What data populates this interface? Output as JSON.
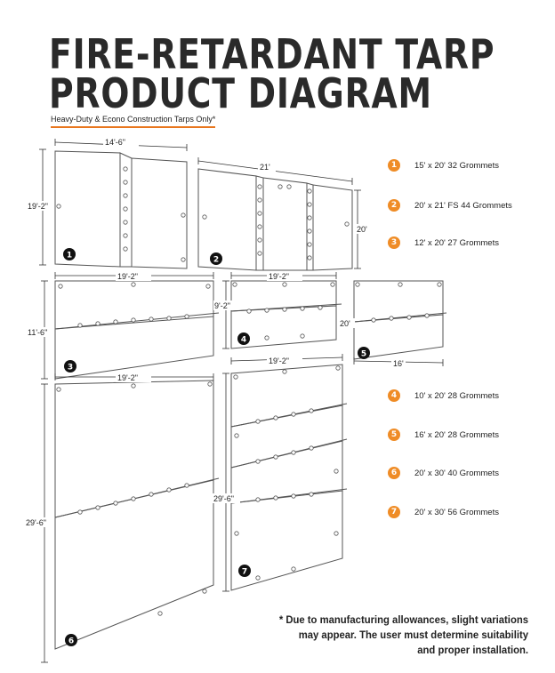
{
  "header": {
    "title_line1": "FIRE-RETARDANT TARP",
    "title_line2": "PRODUCT DIAGRAM",
    "subtitle": "Heavy-Duty & Econo Construction Tarps Only*"
  },
  "legend": [
    {
      "number": "1",
      "text": "15' x 20' 32 Grommets"
    },
    {
      "number": "2",
      "text": "20' x 21' FS 44 Grommets"
    },
    {
      "number": "3",
      "text": "12' x 20' 27 Grommets"
    },
    {
      "number": "4",
      "text": "10' x 20' 28 Grommets"
    },
    {
      "number": "5",
      "text": "16' x 20' 28 Grommets"
    },
    {
      "number": "6",
      "text": "20' x 30' 40 Grommets"
    },
    {
      "number": "7",
      "text": "20' x 30' 56 Grommets"
    }
  ],
  "diagrams": {
    "t1": {
      "number": "1",
      "width_label": "14'-6\"",
      "height_label": "19'-2\""
    },
    "t2": {
      "number": "2",
      "width_label": "21'",
      "height_label": "20'"
    },
    "t3": {
      "number": "3",
      "width_label": "19'-2\"",
      "height_label": "11'-6\""
    },
    "t4": {
      "number": "4",
      "width_label": "19'-2\"",
      "height_label": "9'-2\""
    },
    "t5": {
      "number": "5",
      "width_label": "16'",
      "height_label": "20'"
    },
    "t6": {
      "number": "6",
      "width_label": "19'-2\"",
      "height_label": "29'-6\""
    },
    "t7": {
      "number": "7",
      "width_label": "19'-2\"",
      "height_label": "29'-6\""
    }
  },
  "footnote": {
    "line1": "* Due to manufacturing allowances, slight variations",
    "line2": "may appear. The user must determine suitability",
    "line3": "and proper installation."
  },
  "colors": {
    "accent": "#ef8c26",
    "ink": "#222222"
  }
}
